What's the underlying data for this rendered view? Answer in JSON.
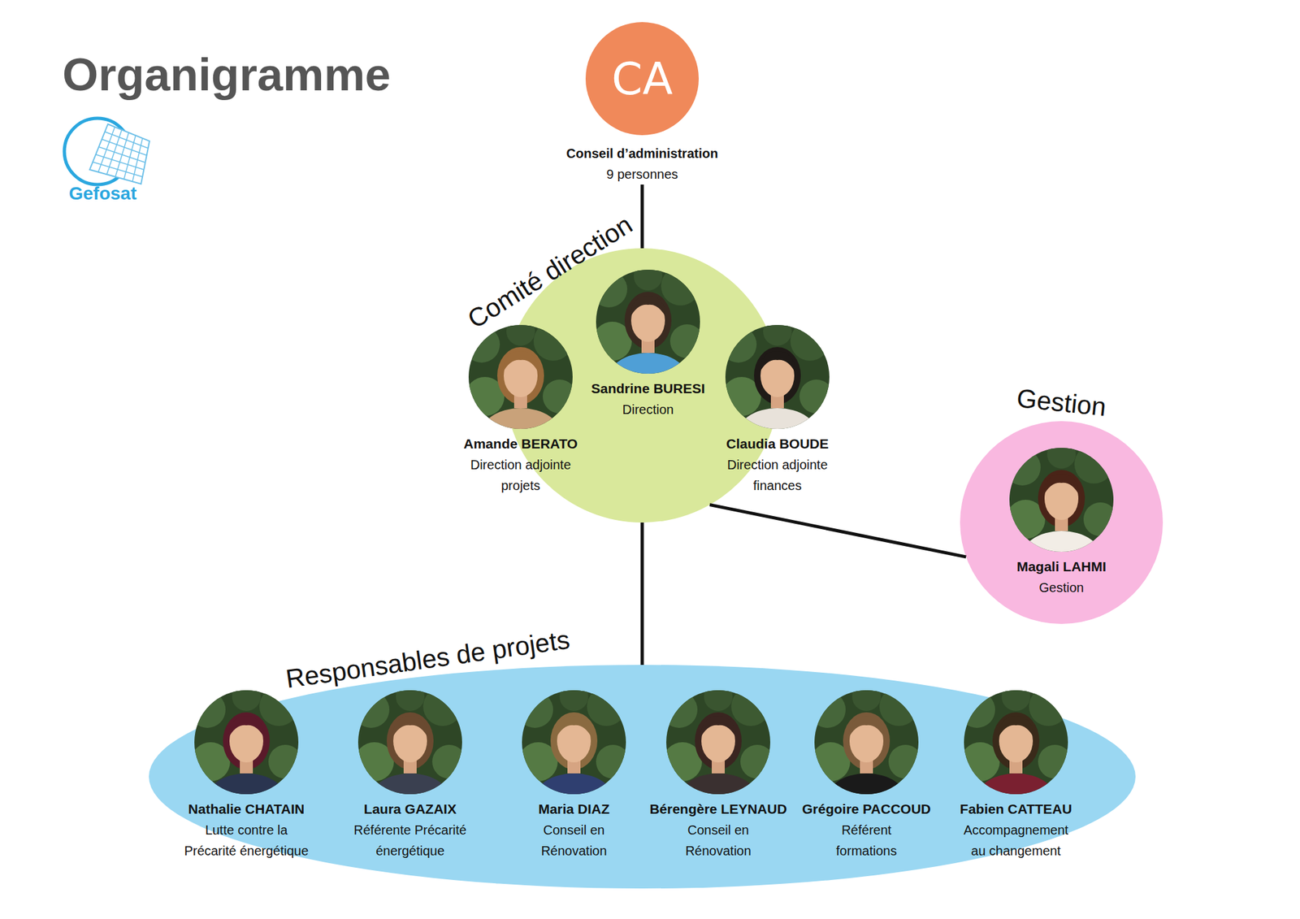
{
  "diagram": {
    "title": "Organigramme",
    "nodes": [
      {
        "text": [
          "CA",
          "Conseil d’administration",
          "9 personnes"
        ]
      },
      {
        "text": [
          "Comité direction"
        ]
      },
      {
        "text": [
          "Amande BERATO",
          "Direction adjointe projets"
        ],
        "in": 1
      },
      {
        "text": [
          "Sandrine BURESI",
          "Direction"
        ],
        "in": 1
      },
      {
        "text": [
          "Claudia BOUDE",
          "Direction adjointe finances"
        ],
        "in": 1
      },
      {
        "text": [
          "Gestion"
        ]
      },
      {
        "text": [
          "Magali LAHMI",
          "Gestion"
        ],
        "in": 5
      },
      {
        "text": [
          "Responsables de projets"
        ]
      },
      {
        "text": [
          "Nathalie CHATAIN",
          "Lutte contre la Précarité énergétique"
        ],
        "in": 7
      },
      {
        "text": [
          "Laura GAZAIX",
          "Référente Précarité énergétique"
        ],
        "in": 7
      },
      {
        "text": [
          "Maria DIAZ",
          "Conseil en Rénovation"
        ],
        "in": 7
      },
      {
        "text": [
          "Bérengère LEYNAUD",
          "Conseil en Rénovation"
        ],
        "in": 7
      },
      {
        "text": [
          "Grégoire PACCOUD",
          "Référent formations"
        ],
        "in": 7
      },
      {
        "text": [
          "Fabien CATTEAU",
          "Accompagnement au changement"
        ],
        "in": 7
      }
    ],
    "edges": [
      {
        "from": 0,
        "to": 1,
        "arrow": "none"
      },
      {
        "from": 1,
        "to": 5,
        "arrow": "none"
      },
      {
        "from": 1,
        "to": 7,
        "arrow": "none"
      }
    ],
    "labels": [
      "Gefosat"
    ]
  }
}
